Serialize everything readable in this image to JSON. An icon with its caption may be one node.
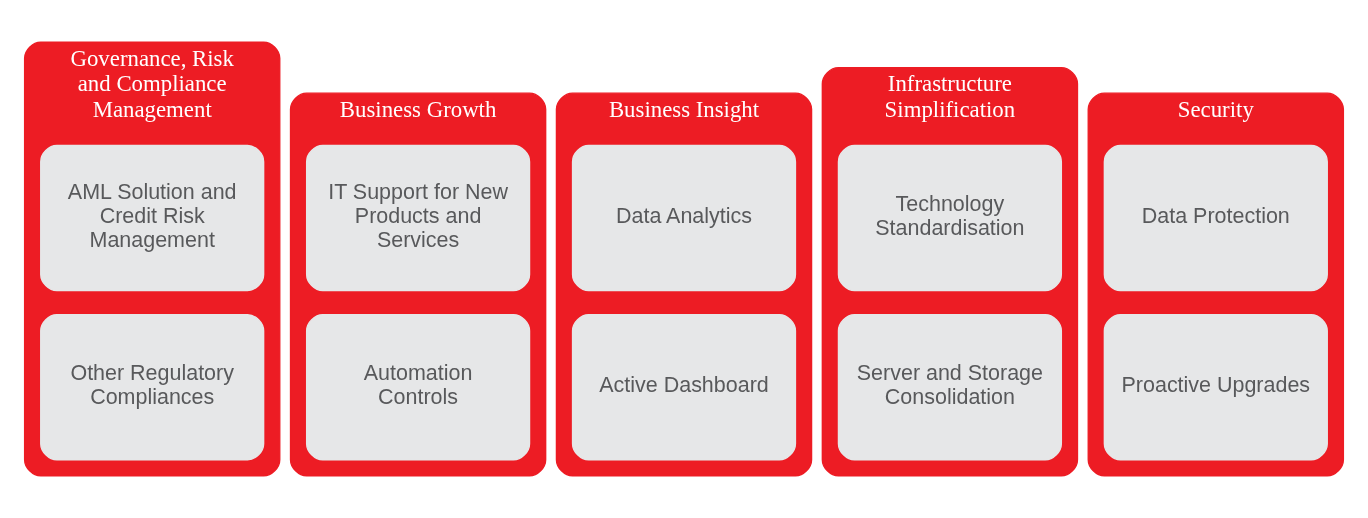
{
  "diagram": {
    "nodes": [
      {
        "text": [
          "Governance, Risk and Compliance Management"
        ]
      },
      {
        "text": [
          "AML Solution and Credit Risk Management"
        ],
        "in": 0
      },
      {
        "text": [
          "Other Regulatory Compliances"
        ],
        "in": 0
      },
      {
        "text": [
          "Business Growth"
        ]
      },
      {
        "text": [
          "IT Support for New Products and Services"
        ],
        "in": 3
      },
      {
        "text": [
          "Automation Controls"
        ],
        "in": 3
      },
      {
        "text": [
          "Business Insight"
        ]
      },
      {
        "text": [
          "Data Analytics"
        ],
        "in": 6
      },
      {
        "text": [
          "Active Dashboard"
        ],
        "in": 6
      },
      {
        "text": [
          "Infrastructure Simplification"
        ]
      },
      {
        "text": [
          "Technology Standardisation"
        ],
        "in": 9
      },
      {
        "text": [
          "Server and Storage Consolidation"
        ],
        "in": 9
      },
      {
        "text": [
          "Security"
        ]
      },
      {
        "text": [
          "Data Protection"
        ],
        "in": 12
      },
      {
        "text": [
          "Proactive Upgrades"
        ],
        "in": 12
      }
    ]
  }
}
